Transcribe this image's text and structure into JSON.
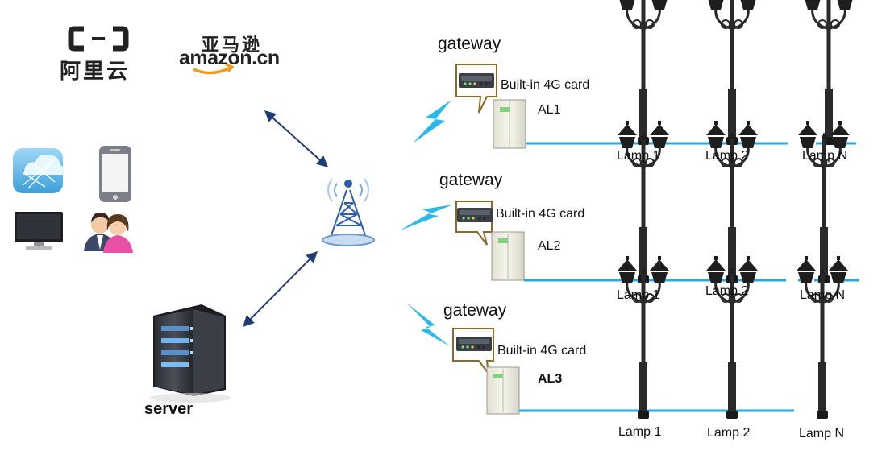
{
  "brands": {
    "aliyun": "阿里云",
    "amazon_cn": "亚马逊",
    "amazon": "amazon.cn"
  },
  "server_label": "server",
  "colors": {
    "bus_line": "#29a8df",
    "arrow": "#1f3d73",
    "lightning": "#2bb8e8",
    "callout_border": "#8a6a2a",
    "cabinet": "#f0efe4",
    "pole": "#2a2a2a"
  },
  "branches": [
    {
      "gateway_label": "gateway",
      "card_label": "Built-in 4G card",
      "controller_label": "AL1",
      "controller_bold": false,
      "lamps": [
        "Lamp 1",
        "Lamp 2",
        "Lamp N"
      ]
    },
    {
      "gateway_label": "gateway",
      "card_label": "Built-in 4G card",
      "controller_label": "AL2",
      "controller_bold": false,
      "lamps": [
        "Lamp 1",
        "Lamp 2",
        "Lamp N"
      ]
    },
    {
      "gateway_label": "gateway",
      "card_label": "Built-in 4G card",
      "controller_label": "AL3",
      "controller_bold": true,
      "lamps": [
        "Lamp 1",
        "Lamp 2",
        "Lamp N"
      ]
    }
  ]
}
